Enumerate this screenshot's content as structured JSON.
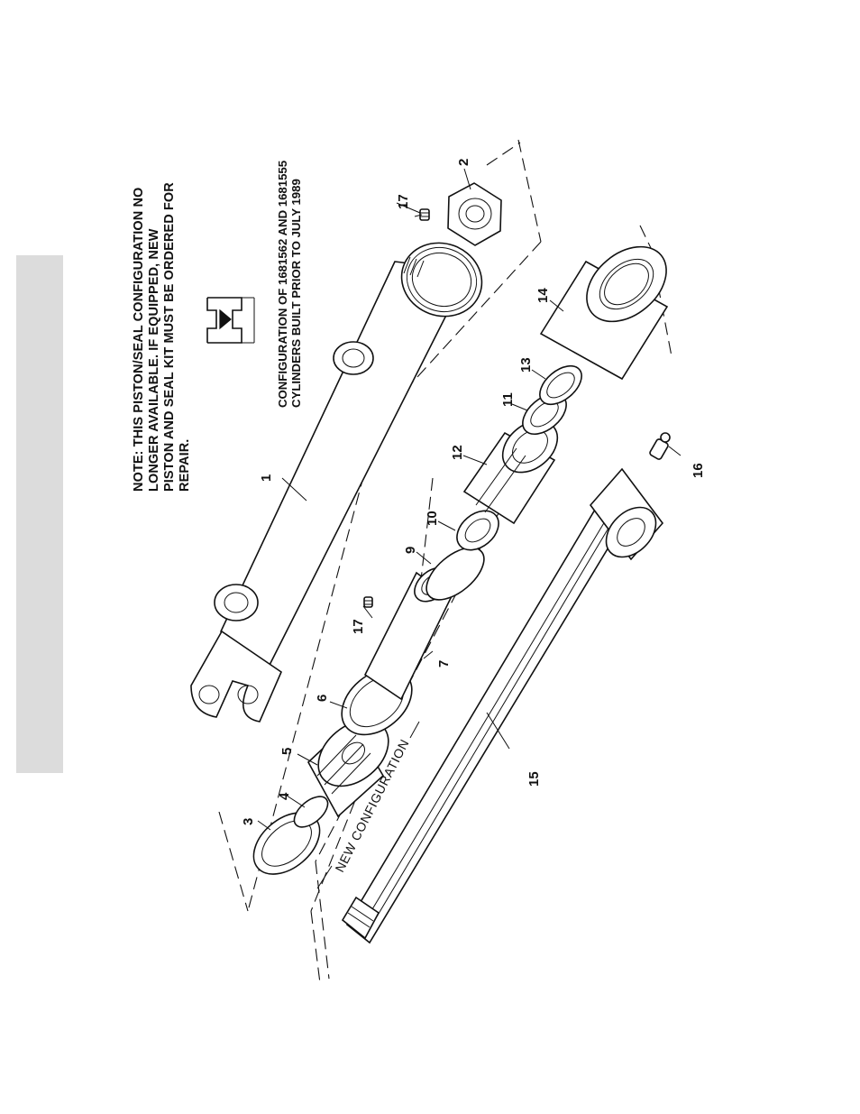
{
  "note": {
    "line1": "NOTE: THIS PISTON/SEAL CONFIGURATION NO",
    "line2": "LONGER   AVAILABLE.   IF   EQUIPPED,   NEW",
    "line3": "PISTON AND SEAL KIT MUST BE ORDERED FOR",
    "line4": "REPAIR."
  },
  "configuration": {
    "line1": "CONFIGURATION OF 1681562 AND 1681555",
    "line2": "CYLINDERS BUILT PRIOR TO JULY 1989"
  },
  "new_configuration_label": "NEW CONFIGURATION",
  "callouts": {
    "c1": "1",
    "c2": "2",
    "c3": "3",
    "c4": "4",
    "c5": "5",
    "c6": "6",
    "c7": "7",
    "c9": "9",
    "c10": "10",
    "c11": "11",
    "c12": "12",
    "c13": "13",
    "c14": "14",
    "c15": "15",
    "c16": "16",
    "c17a": "17",
    "c17b": "17"
  }
}
